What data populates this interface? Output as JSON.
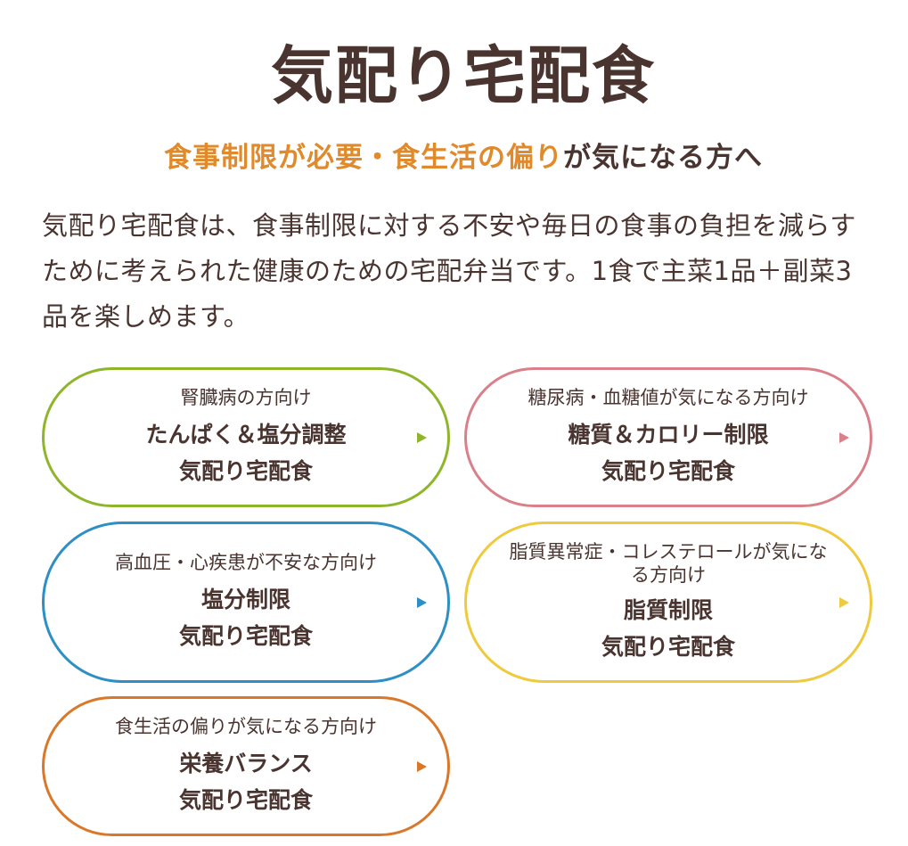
{
  "header": {
    "title": "気配り宅配食",
    "subtitle_accent": "食事制限が必要・食生活の偏り",
    "subtitle_rest": "が気になる方へ",
    "intro": "気配り宅配食は、食事制限に対する不安や毎日の食事の負担を減らすために考えられた健康のための宅配弁当です。1食で主菜1品＋副菜3品を楽しめます。"
  },
  "colors": {
    "text": "#4a3430",
    "accent": "#e08a2c"
  },
  "cards": [
    {
      "target": "腎臓病の方向け",
      "plan_line1": "たんぱく＆塩分調整",
      "plan_line2": "気配り宅配食",
      "color": "#8fb52a",
      "icon": "arrow-right-icon"
    },
    {
      "target": "糖尿病・血糖値が気になる方向け",
      "plan_line1": "糖質＆カロリー制限",
      "plan_line2": "気配り宅配食",
      "color": "#d9808a",
      "icon": "arrow-right-icon"
    },
    {
      "target": "高血圧・心疾患が不安な方向け",
      "plan_line1": "塩分制限",
      "plan_line2": "気配り宅配食",
      "color": "#2e8fc4",
      "icon": "arrow-right-icon"
    },
    {
      "target": "脂質異常症・コレステロールが気になる方向け",
      "plan_line1": "脂質制限",
      "plan_line2": "気配り宅配食",
      "color": "#efc93e",
      "icon": "arrow-right-icon"
    },
    {
      "target": "食生活の偏りが気になる方向け",
      "plan_line1": "栄養バランス",
      "plan_line2": "気配り宅配食",
      "color": "#d9782a",
      "icon": "arrow-right-icon"
    }
  ]
}
